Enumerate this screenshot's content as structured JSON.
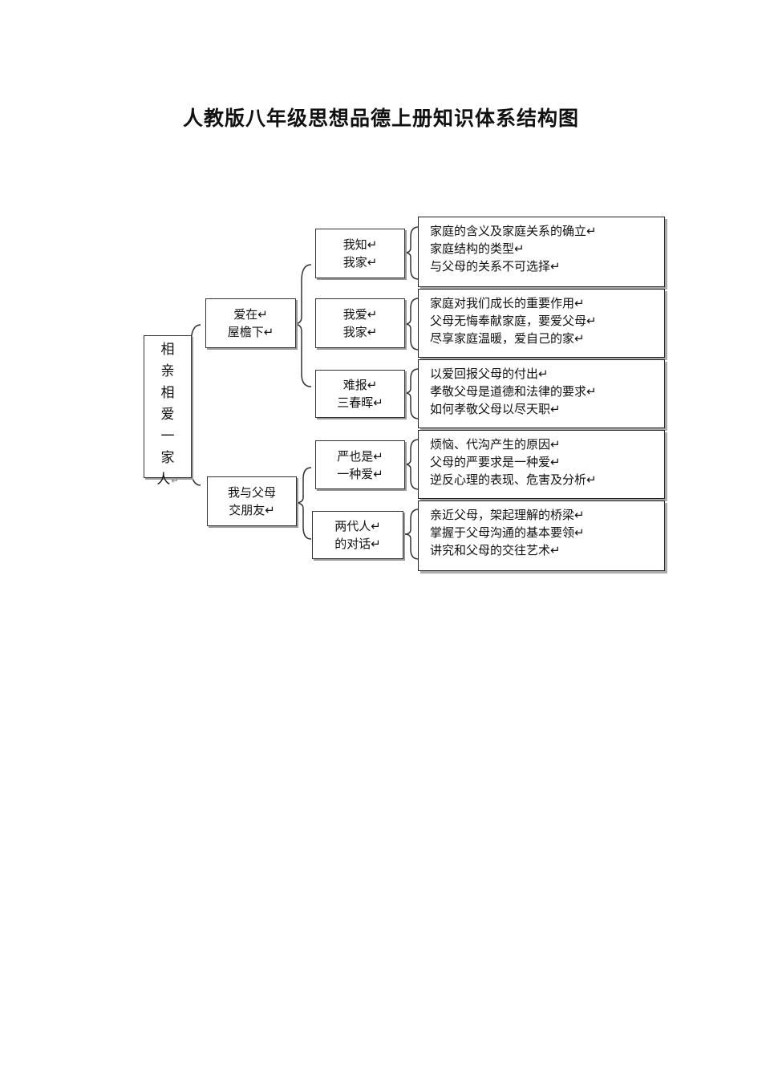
{
  "title": "人教版八年级思想品德上册知识体系结构图",
  "diagram": {
    "root": [
      "相",
      "亲",
      "相",
      "爱",
      "一",
      "家",
      "人"
    ],
    "root_mark": "↵",
    "branches": [
      {
        "lines": [
          "爱在↵",
          "屋檐下↵"
        ],
        "topics": [
          {
            "lines": [
              "我知↵",
              "我家↵"
            ],
            "details": [
              "家庭的含义及家庭关系的确立↵",
              "家庭结构的类型↵",
              "与父母的关系不可选择↵"
            ]
          },
          {
            "lines": [
              "我爱↵",
              "我家↵"
            ],
            "details": [
              "家庭对我们成长的重要作用↵",
              "父母无悔奉献家庭，要爱父母↵",
              "尽享家庭温暖，爱自己的家↵"
            ]
          },
          {
            "lines": [
              "难报↵",
              "三春晖↵"
            ],
            "details": [
              "以爱回报父母的付出↵",
              "孝敬父母是道德和法律的要求↵",
              "如何孝敬父母以尽天职↵"
            ]
          }
        ]
      },
      {
        "lines": [
          "我与父母",
          "交朋友↵"
        ],
        "topics": [
          {
            "lines": [
              "严也是↵",
              "一种爱↵"
            ],
            "details": [
              "烦恼、代沟产生的原因↵",
              "父母的严要求是一种爱↵",
              "逆反心理的表现、危害及分析↵"
            ]
          },
          {
            "lines": [
              "两代人↵",
              "的对话↵"
            ],
            "details": [
              "亲近父母，架起理解的桥梁↵",
              "掌握于父母沟通的基本要领↵",
              "讲究和父母的交往艺术↵"
            ]
          }
        ]
      }
    ]
  }
}
